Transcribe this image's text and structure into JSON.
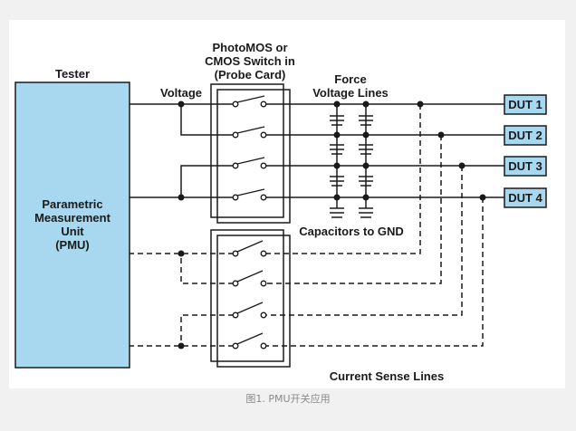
{
  "labels": {
    "tester": "Tester",
    "pmu_lines": [
      "Parametric",
      "Measurement",
      "Unit",
      "(PMU)"
    ],
    "switch_lines": [
      "PhotoMOS or",
      "CMOS Switch in",
      "(Probe Card)"
    ],
    "force_lines": [
      "Force",
      "Voltage Lines"
    ],
    "voltage": "Voltage",
    "capacitors": "Capacitors to GND",
    "current_sense": "Current Sense Lines"
  },
  "duts": [
    "DUT 1",
    "DUT 2",
    "DUT 3",
    "DUT 4"
  ],
  "caption": "图1. PMU开关应用",
  "colors": {
    "pmu_fill": "#a8d8f0",
    "dut_fill": "#a8d8f0",
    "line": "#1a1a1a",
    "background": "#f1f1f1"
  }
}
